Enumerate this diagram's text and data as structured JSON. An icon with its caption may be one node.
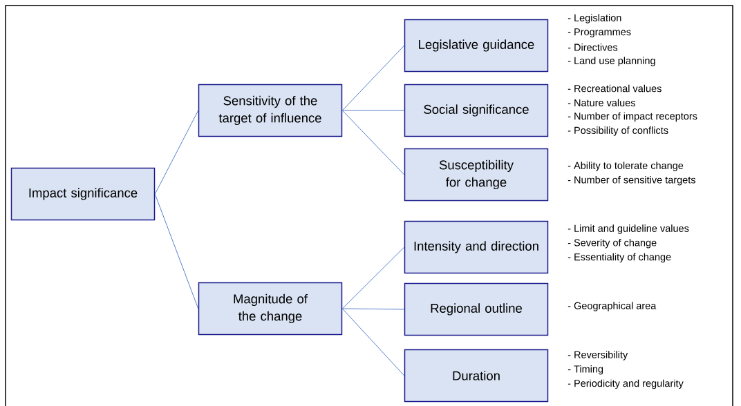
{
  "diagram": {
    "nodes": [
      {
        "text": [
          "Impact significance"
        ]
      },
      {
        "text": [
          "Sensitivity of the target of influence"
        ]
      },
      {
        "text": [
          "Magnitude of the change"
        ]
      },
      {
        "text": [
          "Legislative guidance"
        ],
        "beside": [
          "- Legislation",
          "- Programmes",
          "- Directives",
          "- Land use planning"
        ]
      },
      {
        "text": [
          "Social significance"
        ],
        "beside": [
          "- Recreational values",
          "- Nature values",
          "- Number of impact receptors",
          "- Possibility of conflicts"
        ]
      },
      {
        "text": [
          "Susceptibility for change"
        ],
        "beside": [
          "- Ability to tolerate change",
          "- Number of sensitive targets"
        ]
      },
      {
        "text": [
          "Intensity and direction"
        ],
        "beside": [
          "- Limit and guideline values",
          "- Severity of change",
          "- Essentiality of change"
        ]
      },
      {
        "text": [
          "Regional outline"
        ],
        "beside": [
          "- Geographical area"
        ]
      },
      {
        "text": [
          "Duration"
        ],
        "beside": [
          "- Reversibility",
          "- Timing",
          "- Periodicity and regularity"
        ]
      }
    ],
    "edges": [
      {
        "from": 0,
        "to": 1,
        "arrow": "none"
      },
      {
        "from": 0,
        "to": 2,
        "arrow": "none"
      },
      {
        "from": 1,
        "to": 3,
        "arrow": "none"
      },
      {
        "from": 1,
        "to": 4,
        "arrow": "none"
      },
      {
        "from": 1,
        "to": 5,
        "arrow": "none"
      },
      {
        "from": 2,
        "to": 6,
        "arrow": "none"
      },
      {
        "from": 2,
        "to": 7,
        "arrow": "none"
      },
      {
        "from": 2,
        "to": 8,
        "arrow": "none"
      }
    ]
  }
}
